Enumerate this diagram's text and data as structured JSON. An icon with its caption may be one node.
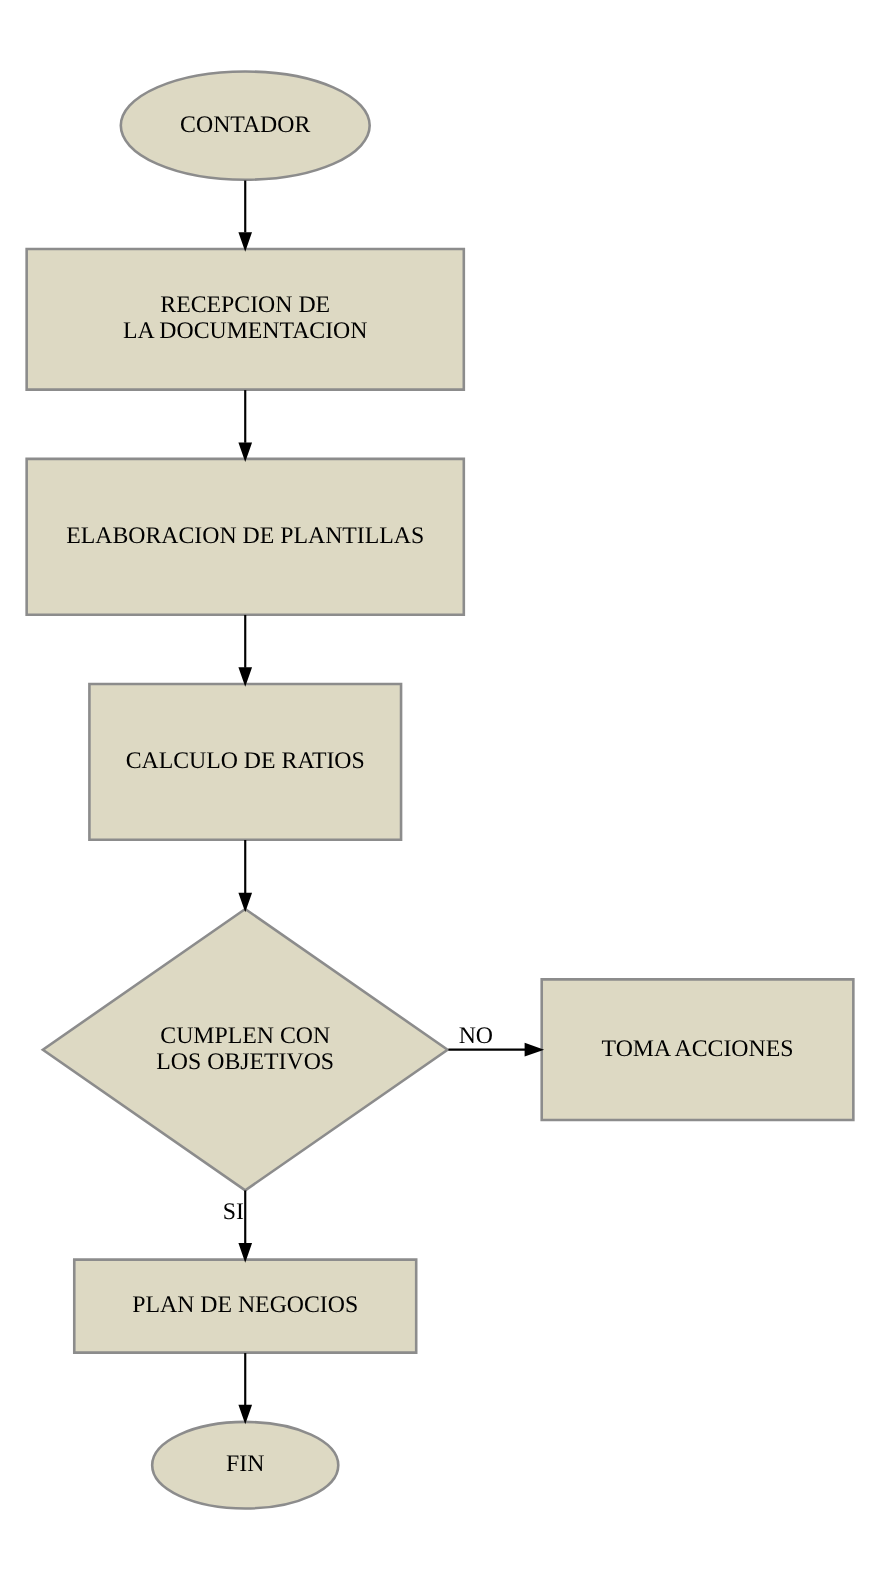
{
  "diagram": {
    "nodes": [
      {
        "text": [
          "CONTADOR"
        ]
      },
      {
        "text": [
          "RECEPCION DE LA DOCUMENTACION"
        ]
      },
      {
        "text": [
          "ELABORACION DE PLANTILLAS"
        ]
      },
      {
        "text": [
          "CALCULO DE RATIOS"
        ]
      },
      {
        "text": [
          "CUMPLEN CON LOS OBJETIVOS"
        ]
      },
      {
        "text": [
          "TOMA ACCIONES"
        ]
      },
      {
        "text": [
          "PLAN DE NEGOCIOS"
        ]
      },
      {
        "text": [
          "FIN"
        ]
      }
    ],
    "edges": [
      {
        "from": 0,
        "to": 1,
        "arrow": "to"
      },
      {
        "from": 1,
        "to": 2,
        "arrow": "to"
      },
      {
        "from": 2,
        "to": 3,
        "arrow": "to"
      },
      {
        "from": 3,
        "to": 4,
        "arrow": "to"
      },
      {
        "from": 4,
        "to": 5,
        "arrow": "to",
        "label": "NO"
      },
      {
        "from": 4,
        "to": 6,
        "arrow": "to",
        "label": "SI"
      },
      {
        "from": 6,
        "to": 7,
        "arrow": "to"
      }
    ]
  }
}
